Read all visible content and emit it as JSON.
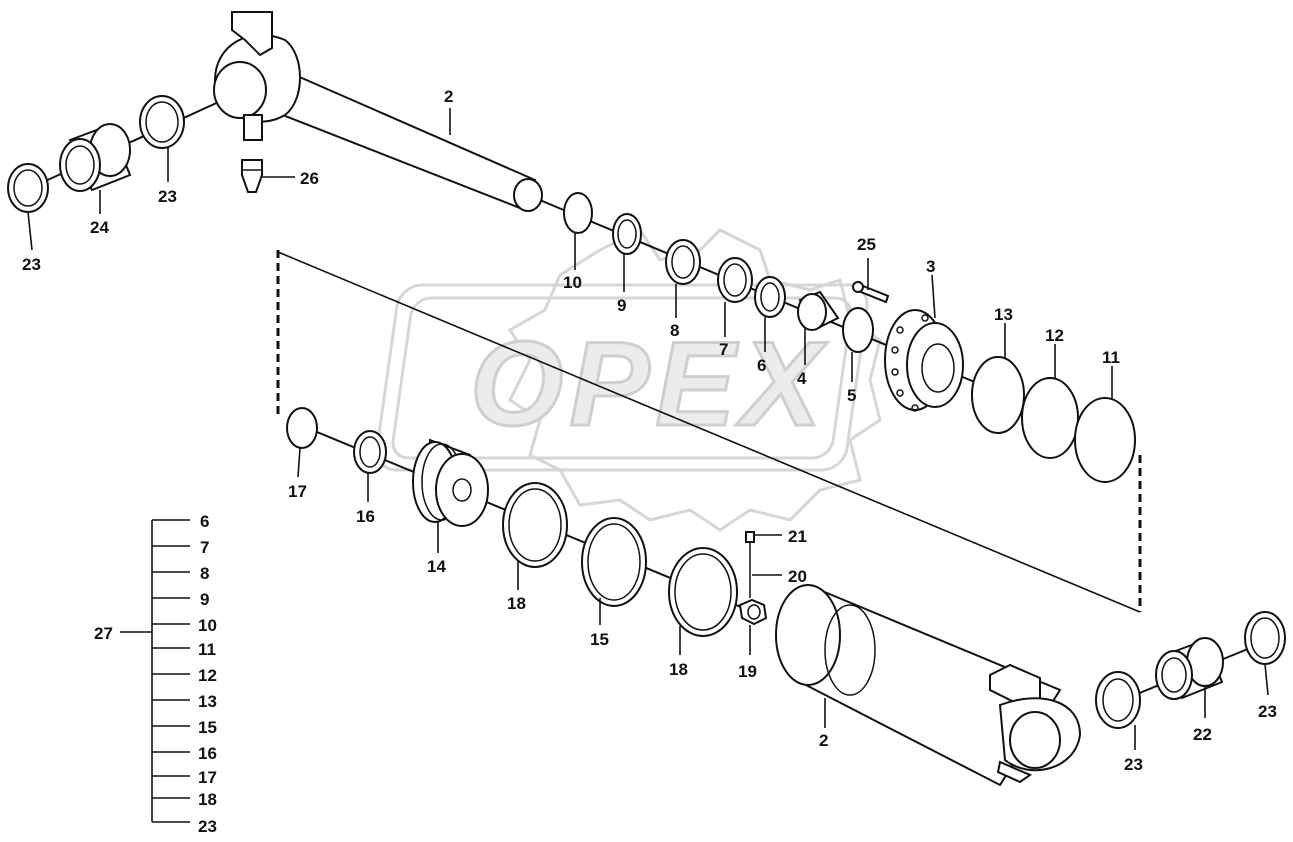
{
  "watermark": {
    "text": "OPEX"
  },
  "callouts": {
    "c2a": "2",
    "c2b": "2",
    "c3": "3",
    "c4": "4",
    "c5": "5",
    "c6": "6",
    "c7": "7",
    "c8": "8",
    "c9": "9",
    "c10": "10",
    "c11": "11",
    "c12": "12",
    "c13": "13",
    "c14": "14",
    "c15": "15",
    "c16": "16",
    "c17": "17",
    "c18a": "18",
    "c18b": "18",
    "c19": "19",
    "c20": "20",
    "c21": "21",
    "c22": "22",
    "c23a": "23",
    "c23b": "23",
    "c23c": "23",
    "c23d": "23",
    "c24": "24",
    "c25": "25",
    "c26": "26"
  },
  "kit": {
    "label": "27",
    "items": [
      "6",
      "7",
      "8",
      "9",
      "10",
      "11",
      "12",
      "13",
      "15",
      "16",
      "17",
      "18",
      "23"
    ]
  }
}
